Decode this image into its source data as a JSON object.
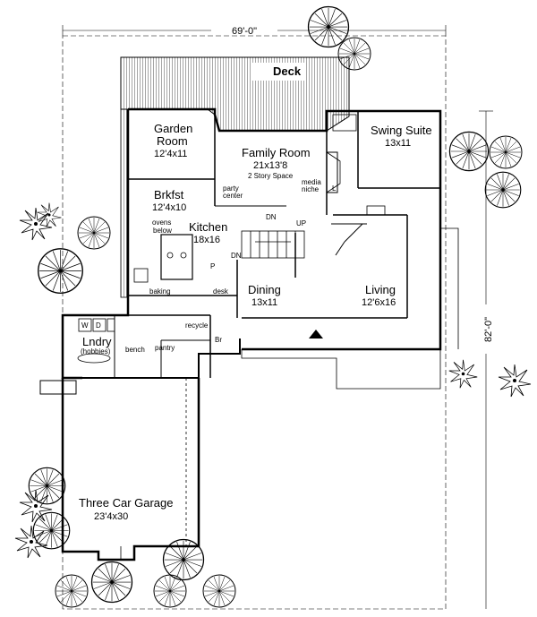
{
  "overall": {
    "width_dim": "69'-0\"",
    "depth_dim": "82'-0\""
  },
  "rooms": {
    "deck": "Deck",
    "garden_name": "Garden",
    "garden_name2": "Room",
    "garden_dim": "12'4x11",
    "family_name": "Family Room",
    "family_dim": "21x13'8",
    "family_note": "2 Story Space",
    "swing_name": "Swing Suite",
    "swing_dim": "13x11",
    "brkfst_name": "Brkfst",
    "brkfst_dim": "12'4x10",
    "kitchen_name": "Kitchen",
    "kitchen_dim": "18x16",
    "dining_name": "Dining",
    "dining_dim": "13x11",
    "living_name": "Living",
    "living_dim": "12'6x16",
    "laundry_name": "Lndry",
    "laundry_sub": "(hobbies)",
    "garage_name": "Three Car Garage",
    "garage_dim": "23'4x30"
  },
  "notes": {
    "party": "party",
    "center": "center",
    "media": "media",
    "niche": "niche",
    "ovens": "ovens",
    "below": "below",
    "baking": "baking",
    "desk": "desk",
    "recycle": "recycle",
    "bench": "bench",
    "pantry": "pantry",
    "up": "UP",
    "dn1": "DN",
    "dn2": "DN",
    "p": "P",
    "br": "Br",
    "w": "W",
    "d": "D",
    "l": "L"
  }
}
